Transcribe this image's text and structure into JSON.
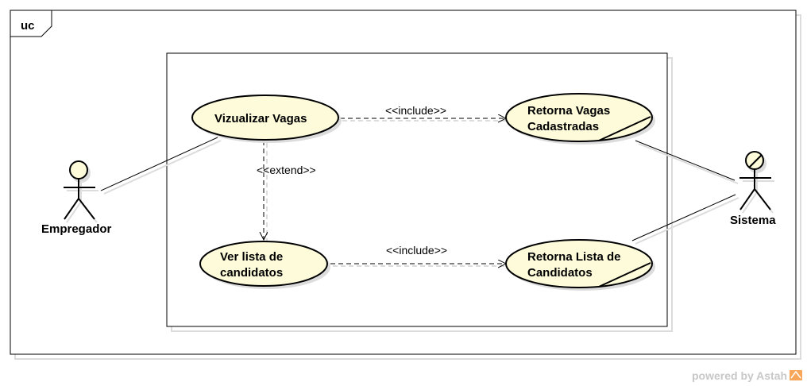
{
  "frame": {
    "label": "uc"
  },
  "actors": {
    "empregador": {
      "name": "Empregador"
    },
    "sistema": {
      "name": "Sistema"
    }
  },
  "use_cases": {
    "vizualizar_vagas": {
      "lines": [
        "Vizualizar Vagas"
      ]
    },
    "ver_lista": {
      "lines": [
        "Ver lista de",
        "candidatos"
      ]
    },
    "retorna_vagas": {
      "lines": [
        "Retorna Vagas",
        "Cadastradas"
      ]
    },
    "retorna_lista": {
      "lines": [
        "Retorna Lista de",
        "Candidatos"
      ]
    }
  },
  "relations": {
    "include_top": "<<include>>",
    "include_bottom": "<<include>>",
    "extend": "<<extend>>"
  },
  "watermark": {
    "text": "powered by Astah"
  },
  "colors": {
    "usecase_fill": "#fdfbd9",
    "actor_head_fill": "#fdfbd9",
    "line": "#000000",
    "shadow": "#dcdcdc",
    "watermark_orange": "#f7a65a"
  }
}
